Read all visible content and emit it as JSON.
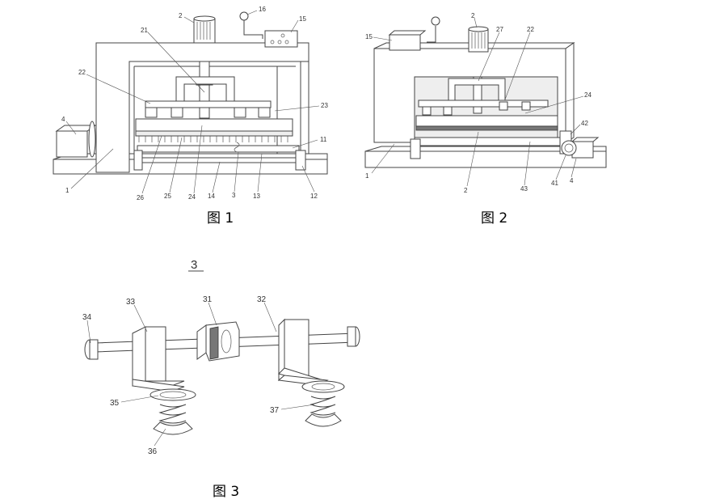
{
  "figures": [
    {
      "caption": "图 1",
      "labels": [
        "2",
        "16",
        "15",
        "21",
        "22",
        "4",
        "23",
        "11",
        "1",
        "26",
        "25",
        "24",
        "14",
        "3",
        "13",
        "12"
      ]
    },
    {
      "caption": "图 2",
      "labels": [
        "2",
        "15",
        "27",
        "22",
        "24",
        "42",
        "1",
        "2",
        "43",
        "41",
        "4"
      ]
    },
    {
      "caption": "图 3",
      "title": "3",
      "labels": [
        "34",
        "33",
        "31",
        "32",
        "35",
        "37",
        "36"
      ]
    }
  ]
}
